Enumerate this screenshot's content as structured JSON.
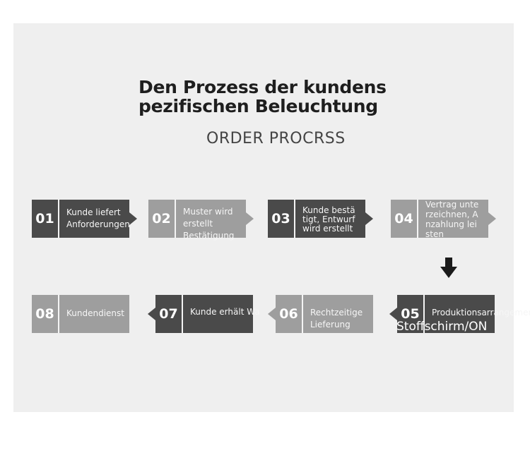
{
  "title_line1": "Den Prozess der kundens",
  "title_line2": "pezifischen Beleuchtung",
  "subtitle": "ORDER PROCRSS",
  "steps": [
    {
      "num": "01",
      "label": "Kunde liefert\nAnforderungen"
    },
    {
      "num": "02",
      "label": "Muster wird erstellt\nBestätigung"
    },
    {
      "num": "03",
      "label": "Kunde bestä\ntigt, Entwurf\n wird erstellt"
    },
    {
      "num": "04",
      "label": "Vertrag unte\nrzeichnen, A\nnzahlung lei\nsten"
    },
    {
      "num": "05",
      "label": "Produktionsarrangement"
    },
    {
      "num": "06",
      "label": "Rechtzeitige Lieferung"
    },
    {
      "num": "07",
      "label": "Kunde erhält Ware"
    },
    {
      "num": "08",
      "label": "Kundendienst"
    }
  ],
  "overlay_text": "Stoffschirm/ON"
}
